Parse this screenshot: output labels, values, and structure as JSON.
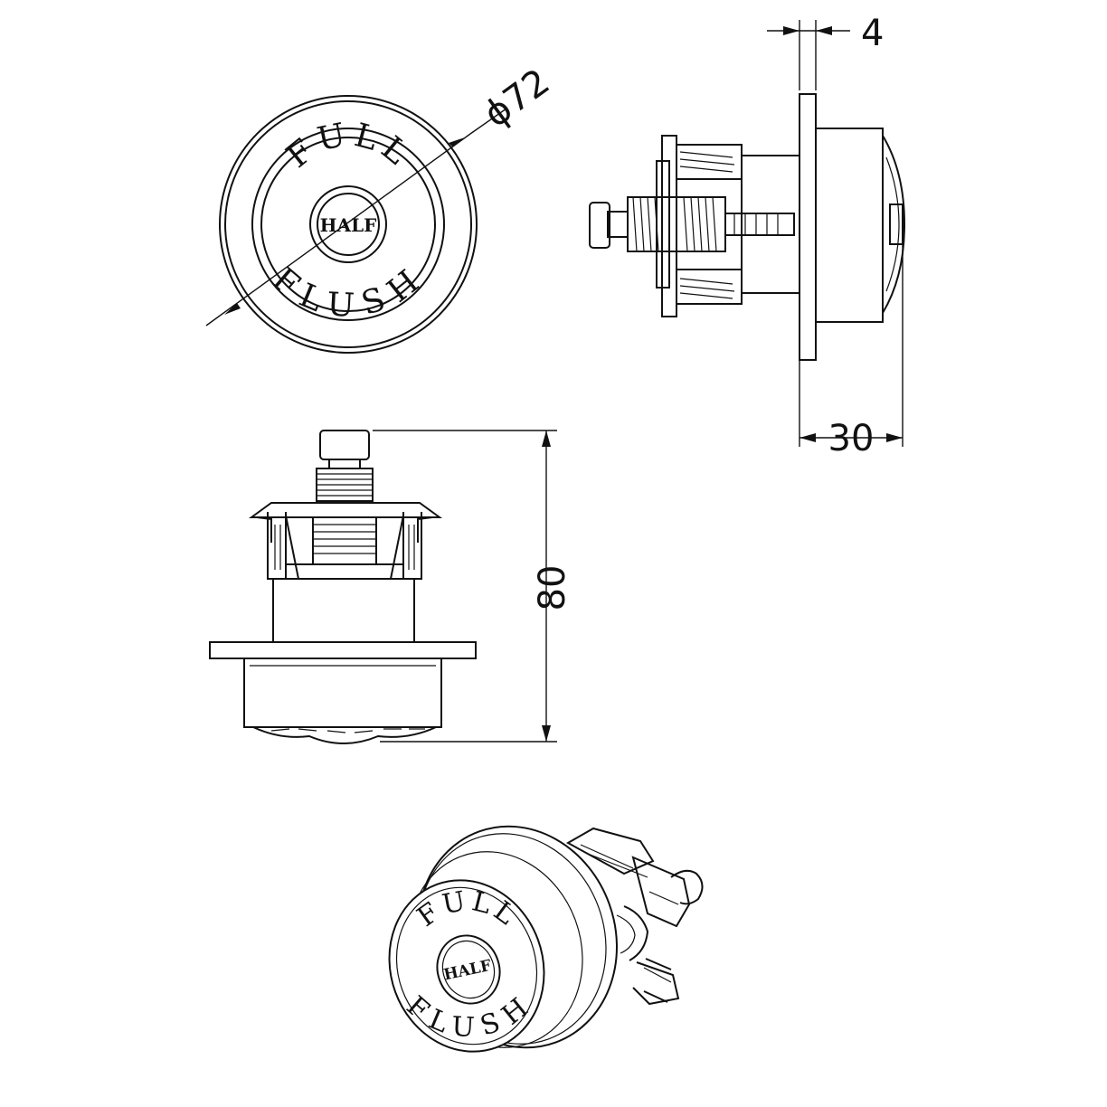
{
  "front_view": {
    "diameter_label": "ϕ72",
    "top_text": "FULL",
    "center_text": "HALF",
    "bottom_text": "FLUSH"
  },
  "side_view": {
    "plate_thickness_label": "4",
    "depth_label": "30"
  },
  "bottom_view": {
    "height_label": "80"
  },
  "iso_view": {
    "top_text": "FULL",
    "center_text": "HALF",
    "bottom_text": "FLUSH"
  }
}
